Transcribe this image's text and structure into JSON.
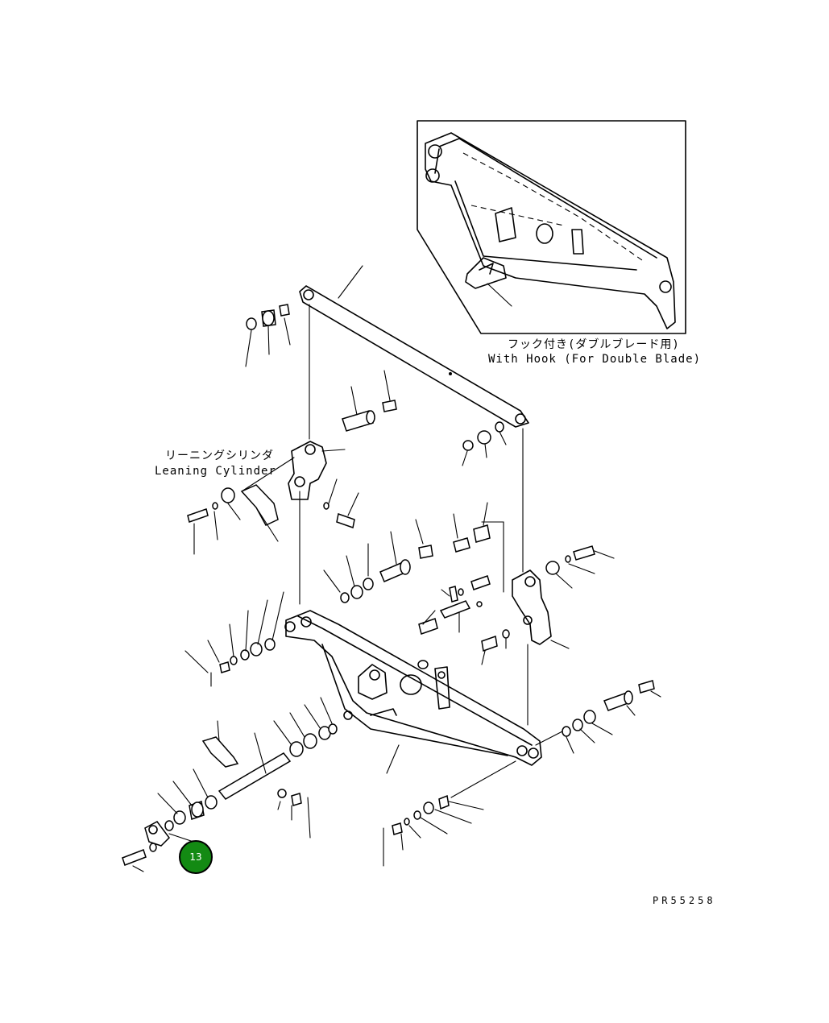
{
  "inset": {
    "title_jp": "フック付き(ダブルブレード用)",
    "title_en": "With Hook (For Double Blade)"
  },
  "leaning_cylinder": {
    "label_jp": "リーニングシリンダ",
    "label_en": "Leaning Cylinder"
  },
  "drawing_code": "PR55258",
  "callout": {
    "number": "13",
    "color": "#138a13"
  }
}
